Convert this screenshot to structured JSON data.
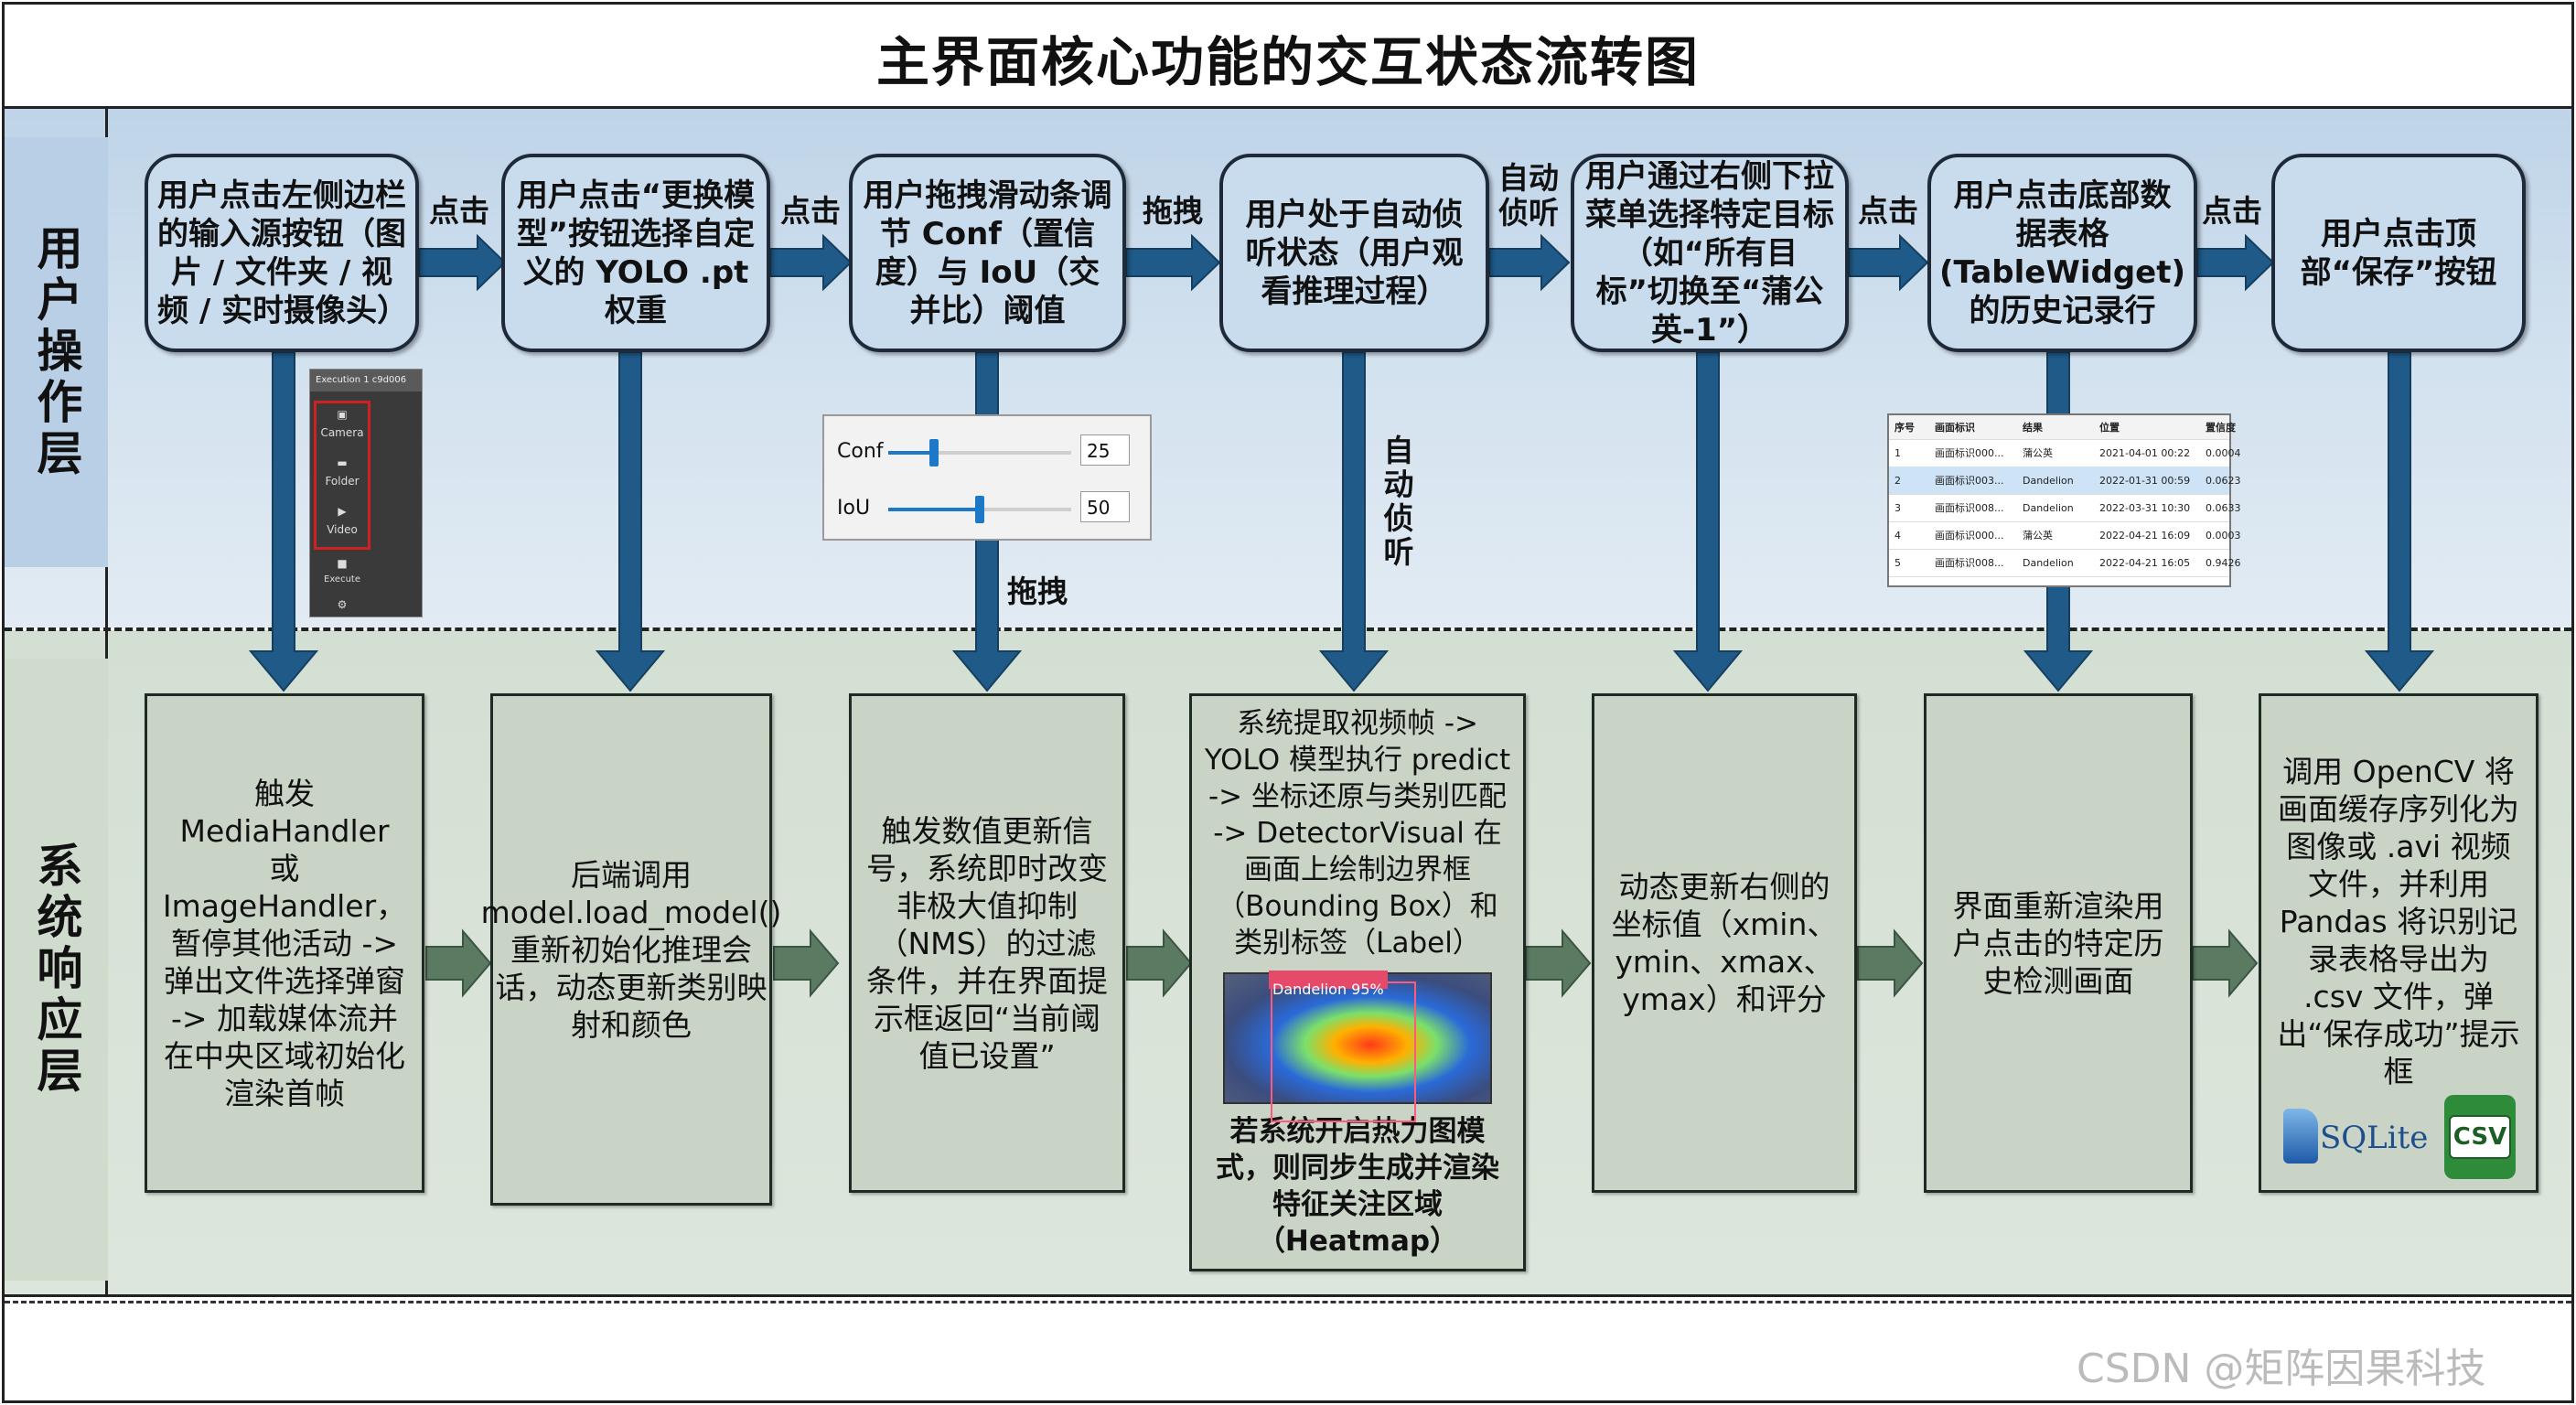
{
  "title": "主界面核心功能的交互状态流转图",
  "lanes": {
    "user": "用户操作层",
    "system": "系统响应层"
  },
  "user_steps": [
    "用户点击左侧边栏的输入源按钮（图片 / 文件夹 / 视频 / 实时摄像头）",
    "用户点击“更换模型”按钮选择自定义的 YOLO .pt 权重",
    "用户拖拽滑动条调节 Conf（置信度）与 IoU（交并比）阈值",
    "用户处于自动侦听状态（用户观看推理过程）",
    "用户通过右侧下拉菜单选择特定目标（如“所有目标”切换至“蒲公英-1”）",
    "用户点击底部数据表格(TableWidget)的历史记录行",
    "用户点击顶部“保存”按钮"
  ],
  "user_edges": [
    "点击",
    "点击",
    "拖拽",
    "自动侦听",
    "点击",
    "点击"
  ],
  "vertical_labels": {
    "drag": "拖拽",
    "auto": "自动侦听"
  },
  "system_steps": [
    "触发 MediaHandler 或 ImageHandler，暂停其他活动 -> 弹出文件选择弹窗 -> 加载媒体流并在中央区域初始化渲染首帧",
    "后端调用 model.load_model() 重新初始化推理会话，动态更新类别映射和颜色",
    "触发数值更新信号，系统即时改变非极大值抑制（NMS）的过滤条件，并在界面提示框返回“当前阈值已设置”",
    {
      "top": "系统提取视频帧 -> YOLO 模型执行 predict -> 坐标还原与类别匹配 -> DetectorVisual 在画面上绘制边界框（Bounding Box）和类别标签（Label）",
      "image_label": "Dandelion 95%",
      "bottom": "若系统开启热力图模式，则同步生成并渲染特征关注区域（Heatmap）"
    },
    "动态更新右侧的坐标值（xmin、ymin、xmax、ymax）和评分",
    "界面重新渲染用户点击的特定历史检测画面",
    "调用 OpenCV 将画面缓存序列化为图像或 .avi 视频文件，并利用 Pandas 将识别记录表格导出为 .csv 文件，弹出“保存成功”提示框"
  ],
  "sidebar_thumb": {
    "header": "Execution 1 c9d006",
    "items": [
      "Camera",
      "Folder",
      "Video",
      "Execute"
    ],
    "icons": [
      "camera-icon",
      "folder-icon",
      "video-icon",
      "execute-icon",
      "gear-icon"
    ]
  },
  "slider_thumb": {
    "conf_label": "Conf",
    "conf_value": "25",
    "conf_level": 0.25,
    "iou_label": "IoU",
    "iou_value": "50",
    "iou_level": 0.5
  },
  "table_thumb": {
    "headers": [
      "序号",
      "画面标识",
      "结果",
      "位置",
      "置信度"
    ],
    "rows": [
      [
        "1",
        "画面标识000...",
        "蒲公英",
        "2021-04-01 00:22",
        "0.0004"
      ],
      [
        "2",
        "画面标识003...",
        "Dandelion",
        "2022-01-31 00:59",
        "0.0623"
      ],
      [
        "3",
        "画面标识008...",
        "Dandelion",
        "2022-03-31 10:30",
        "0.0633"
      ],
      [
        "4",
        "画面标识000...",
        "蒲公英",
        "2022-04-21 16:09",
        "0.0003"
      ],
      [
        "5",
        "画面标识008...",
        "Dandelion",
        "2022-04-21 16:05",
        "0.9426"
      ]
    ],
    "selected_row": 2
  },
  "logos": {
    "sqlite": "SQLite",
    "csv": "CSV"
  },
  "watermark": "CSDN @矩阵因果科技",
  "colors": {
    "user_box": "#c9dcee",
    "system_box": "#c9d4c7",
    "arrow_blue": "#1f5a88",
    "arrow_green": "#4f6e57"
  }
}
